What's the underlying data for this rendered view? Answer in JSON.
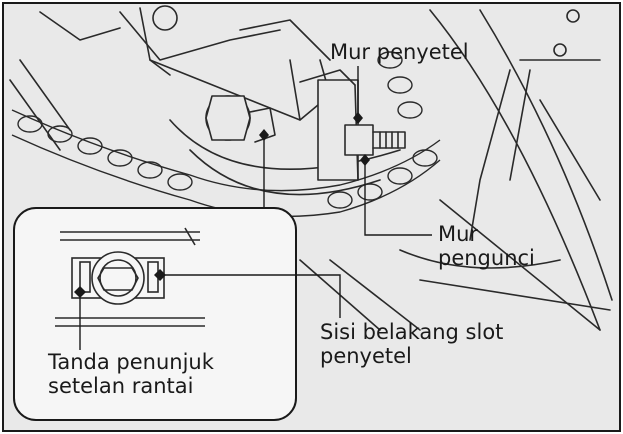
{
  "labels": {
    "adjusting_nut": "Mur penyetel",
    "lock_nut_line1": "Mur",
    "lock_nut_line2": "pengunci",
    "slot_rear_line1": "Sisi belakang slot",
    "slot_rear_line2": "penyetel",
    "chain_mark_line1": "Tanda penunjuk",
    "chain_mark_line2": "setelan rantai"
  },
  "colors": {
    "background": "#ffffff",
    "illustration_fill": "#e9e9e9",
    "inset_fill": "#f6f6f6",
    "line": "#2a2a2a",
    "border": "#1a1a1a"
  }
}
